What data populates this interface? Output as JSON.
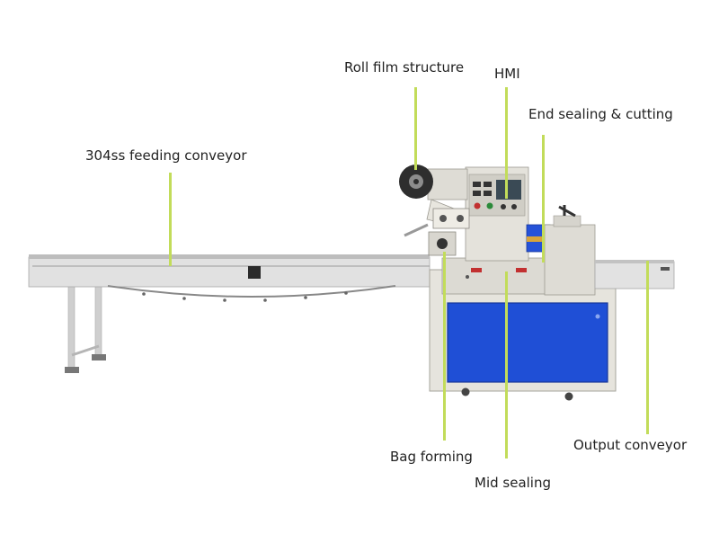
{
  "colors": {
    "leader": "#c2dc5a",
    "cabinet_blue": "#1f4fd6",
    "steel": "#d6d6d6",
    "frame": "#e9e7e1",
    "text": "#222222"
  },
  "labels": {
    "roll_film": "Roll film structure",
    "hmi": "HMI",
    "end_sealing": "End sealing & cutting",
    "feeding_conveyor": "304ss feeding conveyor",
    "bag_forming": "Bag forming",
    "mid_sealing": "Mid sealing",
    "output_conveyor": "Output conveyor"
  },
  "icons": {
    "film_roll": "film-roll-icon",
    "control_panel": "hmi-panel-icon",
    "caster": "caster-wheel-icon"
  }
}
